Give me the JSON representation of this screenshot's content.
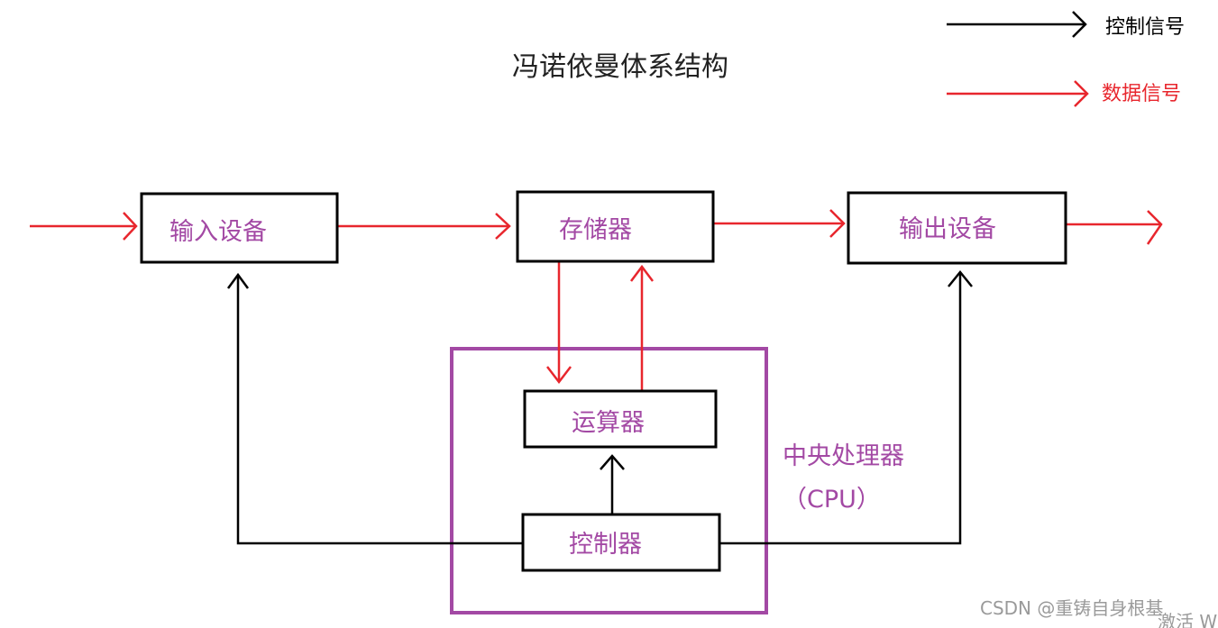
{
  "title": "冯诺依曼体系结构",
  "legend": {
    "control": {
      "label": "控制信号",
      "color": "#000000"
    },
    "data": {
      "label": "数据信号",
      "color": "#e8262d"
    }
  },
  "colors": {
    "label": "#a349a4",
    "cpu_border": "#a349a4",
    "box_border": "#000000"
  },
  "nodes": {
    "input": {
      "label": "输入设备"
    },
    "memory": {
      "label": "存储器"
    },
    "output": {
      "label": "输出设备"
    },
    "alu": {
      "label": "运算器"
    },
    "controller": {
      "label": "控制器"
    },
    "cpu": {
      "label": "中央处理器",
      "sublabel": "（CPU）"
    }
  },
  "watermark": "CSDN @重铸自身根基",
  "corner_text": "激活 W"
}
